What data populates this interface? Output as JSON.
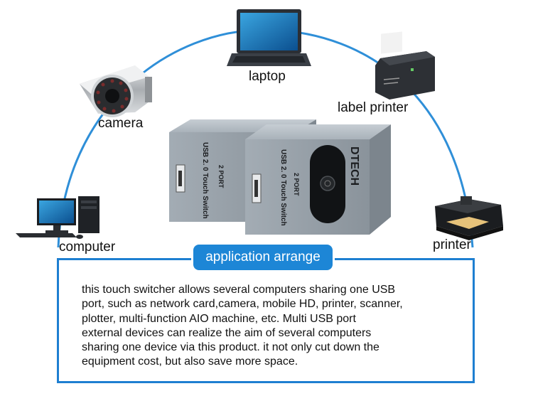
{
  "devices": {
    "laptop": "laptop",
    "label_printer": "label printer",
    "camera": "camera",
    "computer": "computer",
    "printer": "printer"
  },
  "product": {
    "brand": "DTECH",
    "model_text": "USB 2. 0 Touch Switch",
    "port_text": "2 PORT"
  },
  "section": {
    "title": "application arrange"
  },
  "description": {
    "lines": [
      "this touch switcher allows several computers sharing one USB",
      "port, such as network card,camera, mobile HD, printer, scanner,",
      "plotter, multi-function AIO machine, etc. Multi USB port",
      "external devices can realize the aim of several computers",
      "sharing one device via this product. it not only cut down the",
      "equipment cost, but also save more space."
    ]
  },
  "colors": {
    "accent": "#1d86d6",
    "connector": "#2f8fd8",
    "device_body": "#9aa3ab"
  }
}
